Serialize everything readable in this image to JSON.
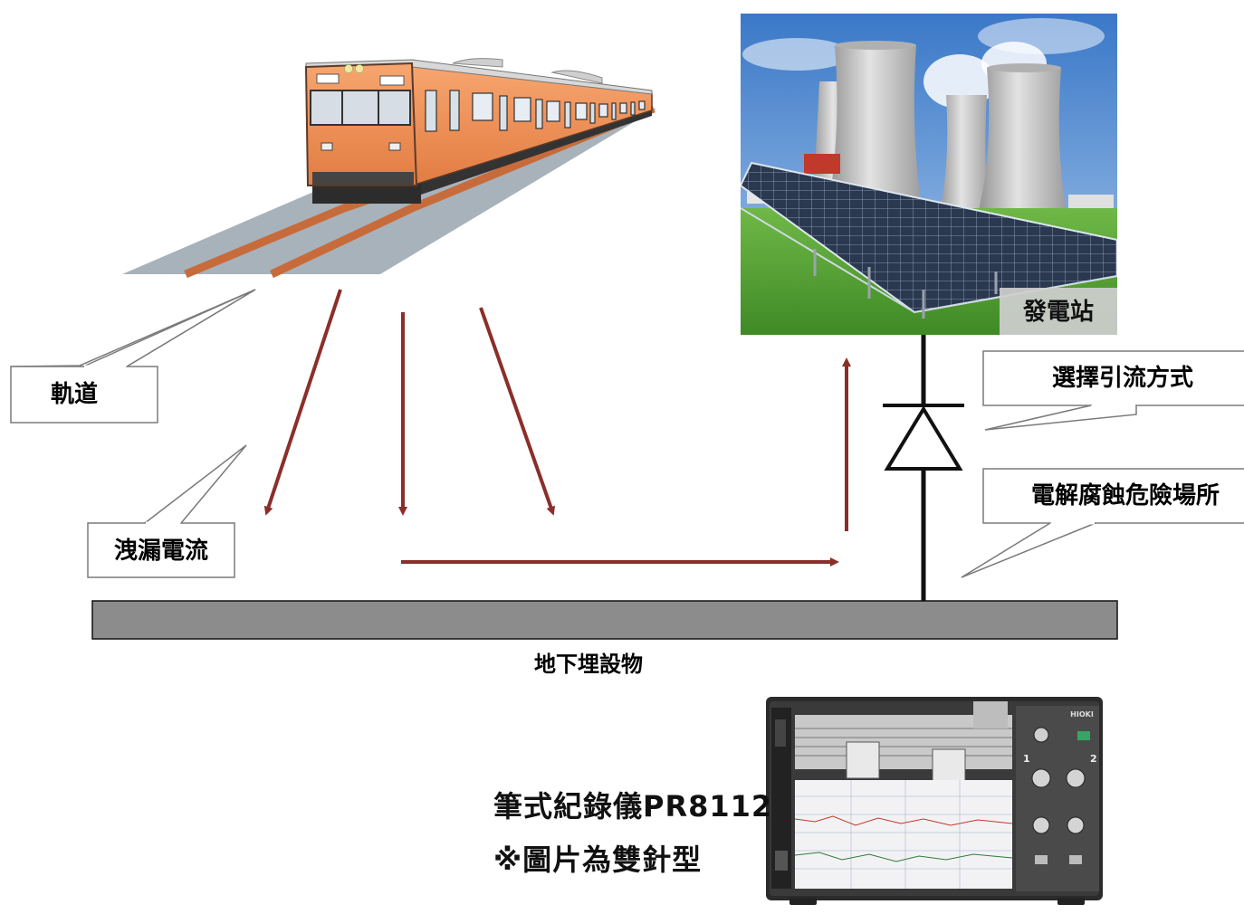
{
  "labels": {
    "track": "軌道",
    "leakage": "洩漏電流",
    "power_station": "發電站",
    "drainage": "選擇引流方式",
    "corrosion": "電解腐蝕危險場所",
    "buried": "地下埋設物"
  },
  "recorder": {
    "model": "筆式紀錄儀PR8112",
    "note": "※圖片為雙針型",
    "brand": "HIOKI",
    "channel_1": "1",
    "channel_2": "2"
  },
  "colors": {
    "current_arrow": "#8b2e2a",
    "buried_bar": "#8c8c8c",
    "train_body": "#f0935a",
    "rail": "#c86b3a",
    "grass": "#5aa53a"
  }
}
